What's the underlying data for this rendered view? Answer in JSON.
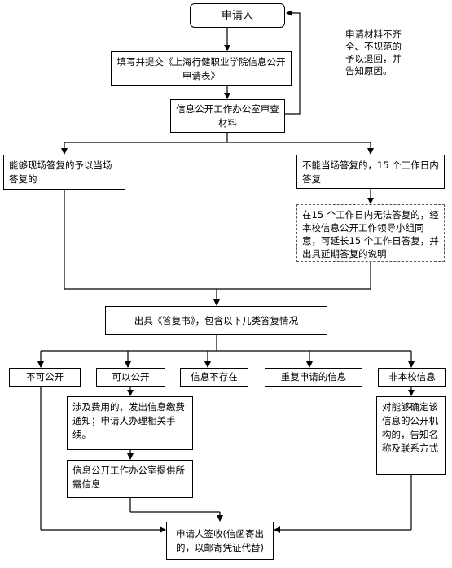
{
  "nodes": {
    "applicant": "申请人",
    "fill_submit": "填写并提交《上海行健职业学院信息公开申请表》",
    "office_review": "信息公开工作办公室审查材料",
    "reject_note": "申请材料不齐全、不规范的予以退回，并告知原因。",
    "immediate": "能够现场答复的予以当场答复的",
    "fifteen_days": "不能当场答复的，15 个工作日内答复",
    "extension": "在15 个工作日内无法答复的，经本校信息公开工作领导小组同意，可延长15 个工作日答复，并出具延期答复的说明",
    "reply_letter": "出具《答复书》，包含以下几类答复情况",
    "not_public": "不可公开",
    "can_public": "可以公开",
    "not_exist": "信息不存在",
    "repeat": "重复申请的信息",
    "not_school": "非本校信息",
    "fee_notice": "涉及费用的，发出信息缴费通知；申请人办理相关手续。",
    "provide_info": "信息公开工作办公室提供所需信息",
    "inform_agency": "对能够确定该信息的公开机构的，告知名称及联系方式",
    "sign_receipt": "申请人签收(信函寄出的，以邮寄凭证代替)"
  }
}
